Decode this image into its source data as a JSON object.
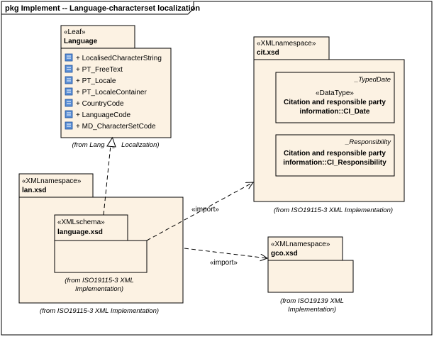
{
  "frame": {
    "title": "pkg Implement -- Language-characterset localization"
  },
  "language_class": {
    "stereotype": "«Leaf»",
    "name": "Language",
    "attributes": [
      "+ LocalisedCharacterString",
      "+ PT_FreeText",
      "+ PT_Locale",
      "+ PT_LocaleContainer",
      "+ CountryCode",
      "+ LanguageCode",
      "+ MD_CharacterSetCode"
    ],
    "from": "(from Language Localization)"
  },
  "cit_package": {
    "stereotype": "«XMLnamespace»",
    "name": "cit.xsd",
    "from": "(from ISO19115-3 XML Implementation)",
    "typed_date": {
      "role": "_TypedDate",
      "stereotype": "«DataType»",
      "line1": "Citation and responsible party",
      "line2": "information::CI_Date"
    },
    "responsibility": {
      "role": "_Responsibility",
      "line1": "Citation and responsible party",
      "line2": "information::CI_Responsibility"
    }
  },
  "lan_package": {
    "stereotype": "«XMLnamespace»",
    "name": "lan.xsd",
    "from": "(from ISO19115-3 XML Implementation)",
    "schema": {
      "stereotype": "«XMLschema»",
      "name": "language.xsd",
      "from_line1": "(from ISO19115-3 XML",
      "from_line2": "Implementation)"
    }
  },
  "gco_package": {
    "stereotype": "«XMLnamespace»",
    "name": "gco.xsd",
    "from_line1": "(from ISO19139 XML",
    "from_line2": "Implementation)"
  },
  "dependencies": {
    "import_to_cit": "«import»",
    "import_to_gco": "«import»"
  }
}
